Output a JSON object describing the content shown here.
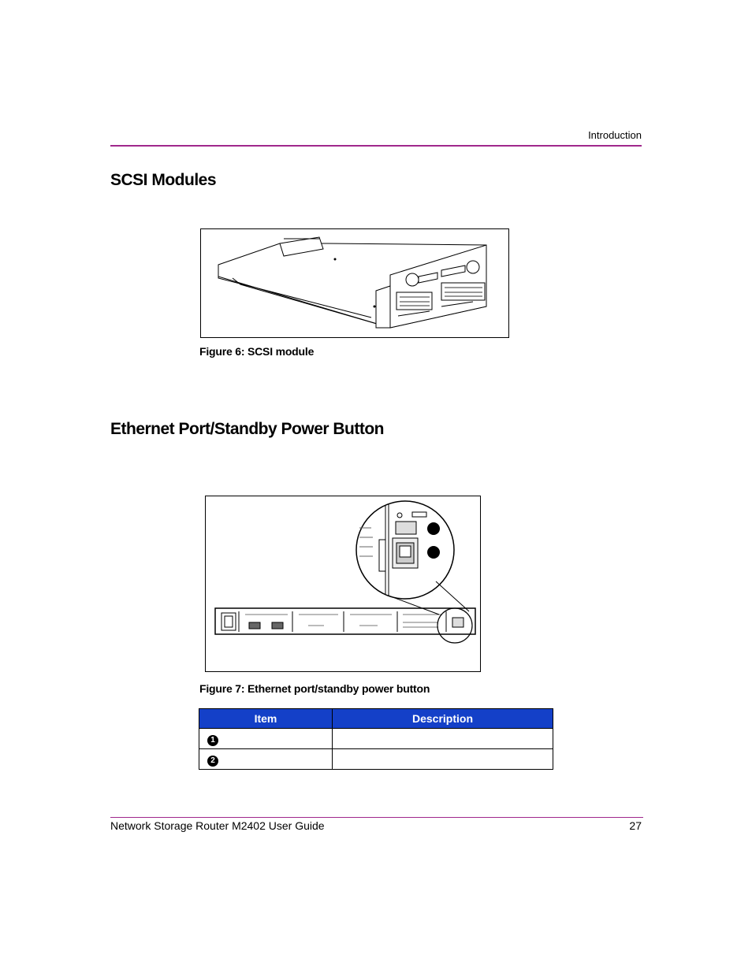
{
  "header": {
    "running_head": "Introduction"
  },
  "section1": {
    "title": "SCSI Modules",
    "figure_caption": "Figure 6:  SCSI module"
  },
  "section2": {
    "title": "Ethernet Port/Standby Power Button",
    "figure_caption": "Figure 7:  Ethernet port/standby power button"
  },
  "table": {
    "headers": [
      "Item",
      "Description"
    ],
    "rows": [
      {
        "item": "1",
        "description": ""
      },
      {
        "item": "2",
        "description": ""
      }
    ]
  },
  "footer": {
    "title": "Network Storage Router M2402 User Guide",
    "page_number": "27"
  },
  "colors": {
    "rule": "#a0288c",
    "table_header": "#1440c8"
  }
}
